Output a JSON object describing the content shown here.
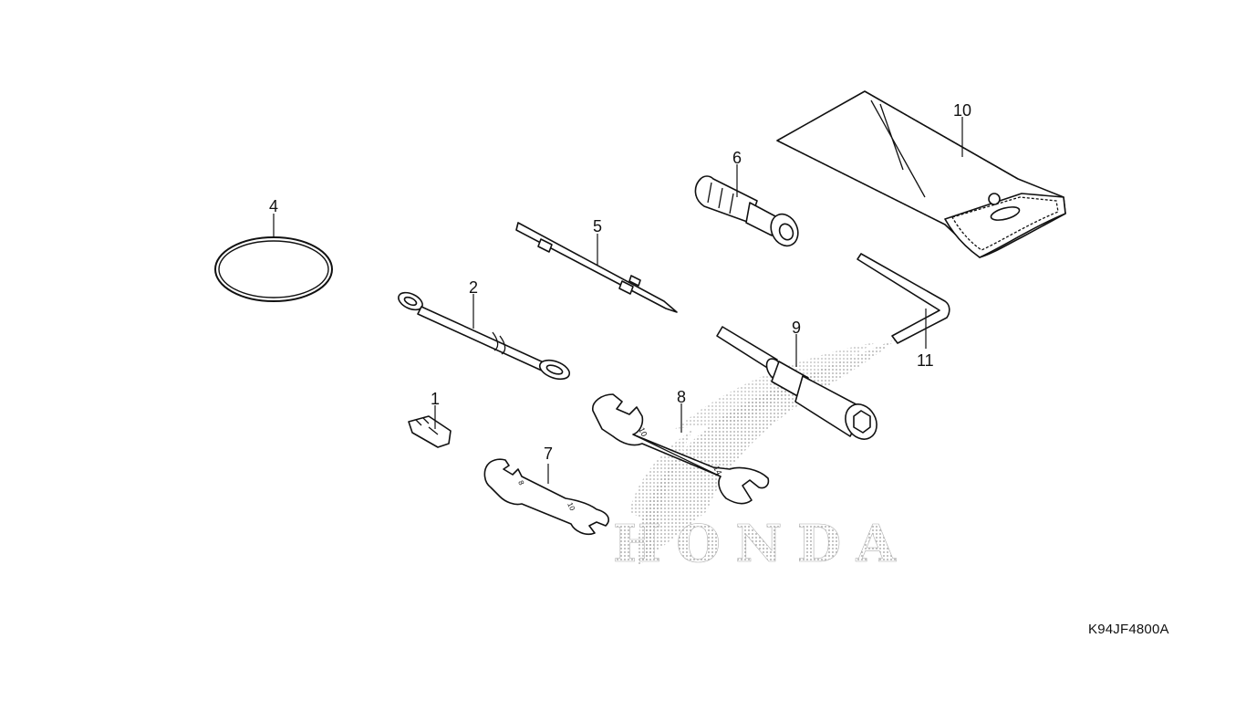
{
  "callouts": {
    "p1": "1",
    "p2": "2",
    "p4": "4",
    "p5": "5",
    "p6": "6",
    "p7": "7",
    "p8": "8",
    "p9": "9",
    "p10": "10",
    "p11": "11"
  },
  "tool_marks": {
    "wrench7_small": "8",
    "wrench7_large": "10",
    "wrench8_small": "10",
    "wrench8_large": "14"
  },
  "logo_text": "HONDA",
  "diagram_code": "K94JF4800A",
  "colors": {
    "ink": "#111111",
    "watermark": "#9a9a9a"
  }
}
